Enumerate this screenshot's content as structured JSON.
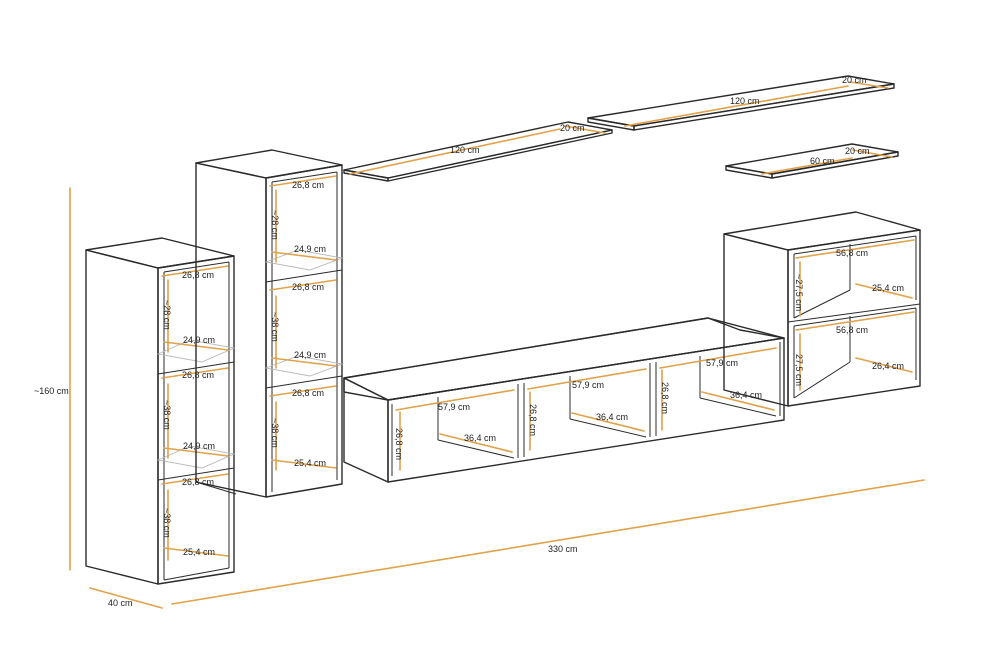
{
  "overall": {
    "height": "~160 cm",
    "width": "330 cm",
    "depth": "40 cm"
  },
  "shelves": {
    "long1": {
      "length": "120 cm",
      "depth": "20 cm"
    },
    "long2": {
      "length": "120 cm",
      "depth": "20 cm"
    },
    "short": {
      "length": "60 cm",
      "depth": "20 cm"
    }
  },
  "vitrine_left": {
    "c1_w": "26,8 cm",
    "c1_h": "~28 cm",
    "c1_d": "24,9 cm",
    "c2_w": "26,8 cm",
    "c2_h": "~38 cm",
    "c2_d": "24,9 cm",
    "c3_w": "26,8 cm",
    "c3_h": "~38 cm",
    "c3_d": "25,4 cm"
  },
  "vitrine_mid": {
    "c1_w": "26,8 cm",
    "c1_h": "~28 cm",
    "c1_d": "24,9 cm",
    "c2_w": "26,8 cm",
    "c2_h": "~38 cm",
    "c2_d": "24,9 cm",
    "c3_w": "26,8 cm",
    "c3_h": "~38 cm",
    "c3_d": "25,4 cm"
  },
  "tv_unit": {
    "s1_w": "57,9 cm",
    "s1_h": "26,8 cm",
    "s1_d": "36,4 cm",
    "s2_w": "57,9 cm",
    "s2_h": "26,8 cm",
    "s2_d": "36,4 cm",
    "s3_w": "57,9 cm",
    "s3_h": "26,8 cm",
    "s3_d": "36,4 cm"
  },
  "cube": {
    "top_w": "56,8 cm",
    "top_h": "~27,5 cm",
    "top_d": "25,4 cm",
    "bot_w": "56,8 cm",
    "bot_h": "27,5 cm",
    "bot_d": "26,4 cm"
  },
  "colors": {
    "dimension": "#e0a24a",
    "outline": "#2b2b2b"
  }
}
